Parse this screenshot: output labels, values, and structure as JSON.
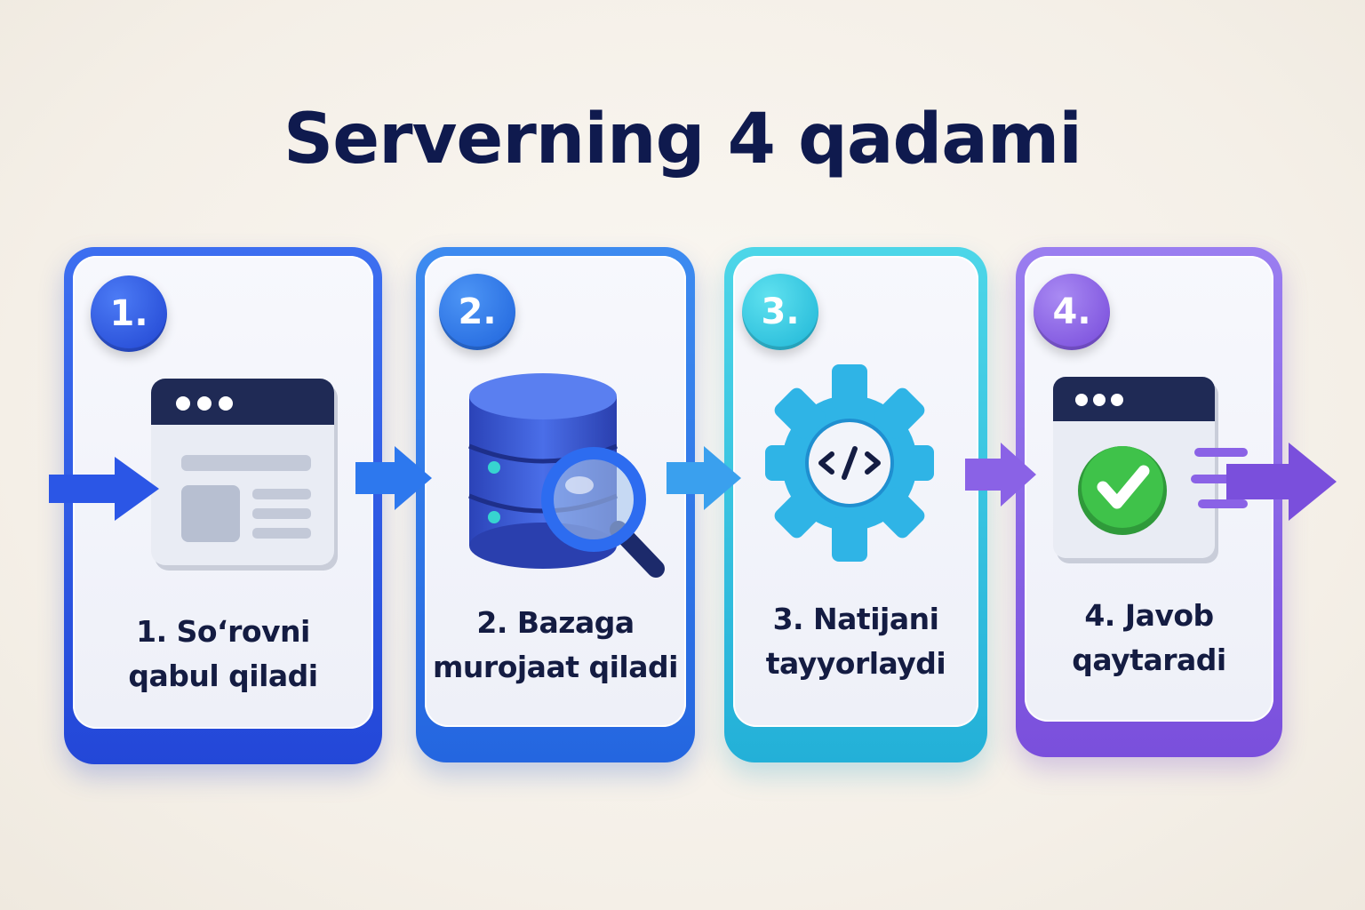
{
  "title": "Serverning 4 qadami",
  "steps": [
    {
      "badge": "1.",
      "line1": "1. So‘rovni",
      "line2": "qabul qiladi",
      "icon": "browser-window-icon",
      "color": "#2347d8"
    },
    {
      "badge": "2.",
      "line1": "2. Bazaga",
      "line2": "murojaat qiladi",
      "icon": "database-search-icon",
      "color": "#2466e0"
    },
    {
      "badge": "3.",
      "line1": "3. Natijani",
      "line2": "tayyorlaydi",
      "icon": "code-gear-icon",
      "color": "#23b0d8"
    },
    {
      "badge": "4.",
      "line1": "4. Javob",
      "line2": "qaytaradi",
      "icon": "browser-check-icon",
      "color": "#7a4fdc"
    }
  ]
}
